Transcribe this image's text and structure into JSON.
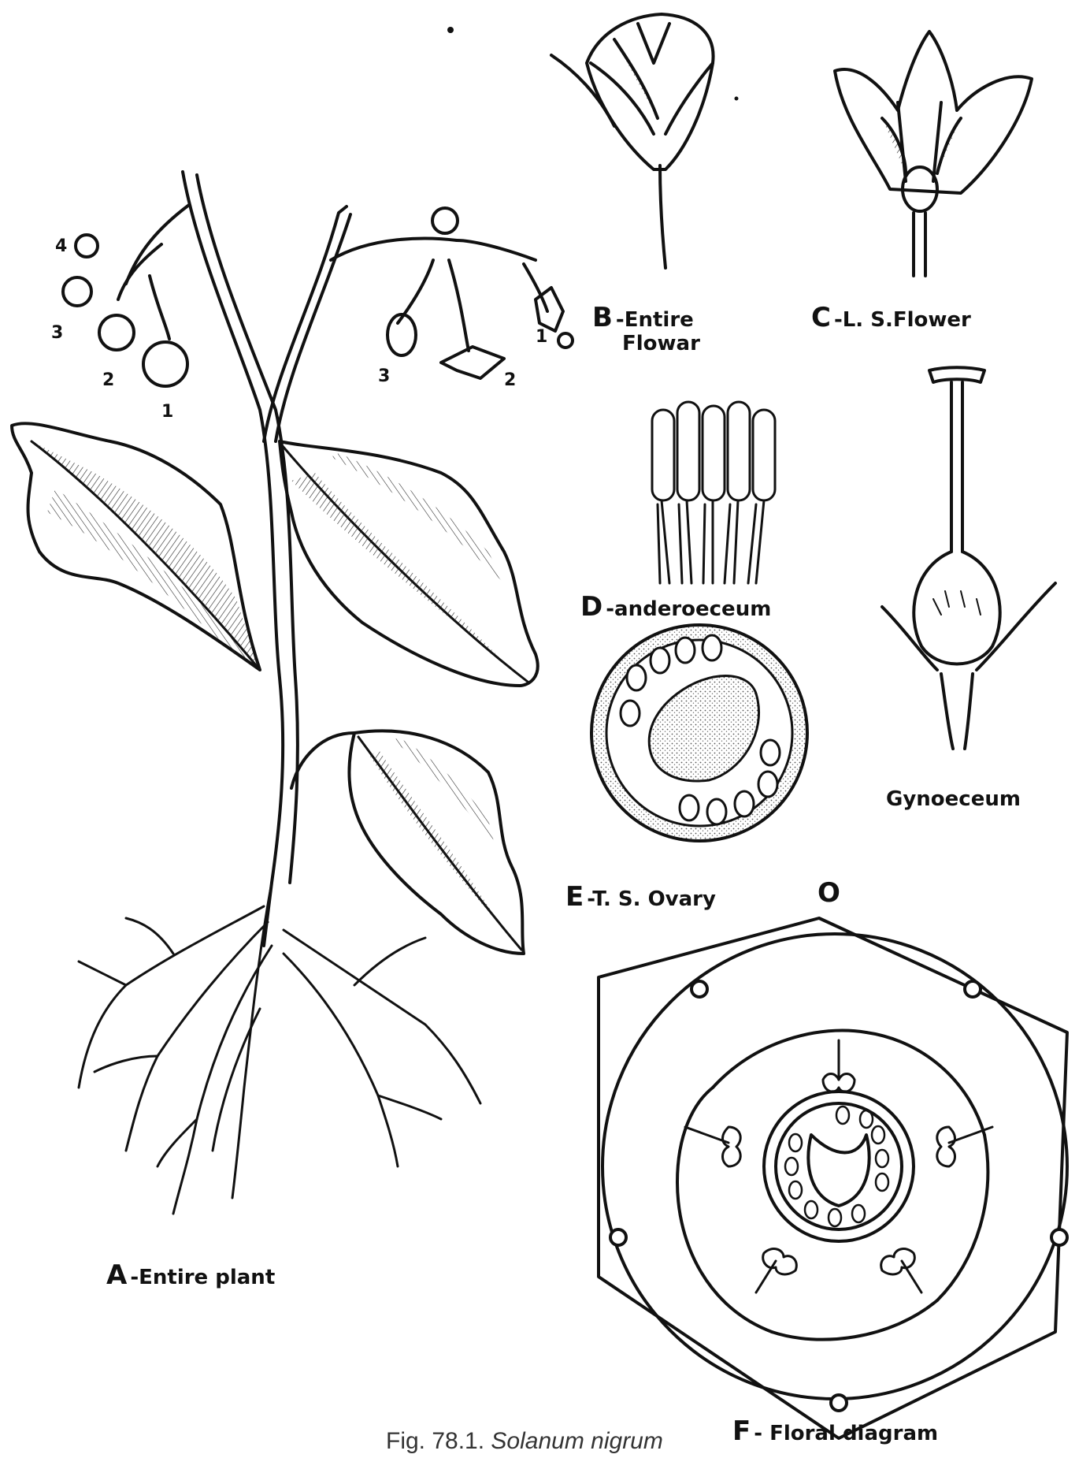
{
  "labels": {
    "A": {
      "letter": "A",
      "text": "-Entire plant"
    },
    "B": {
      "letter": "B",
      "text": "-Entire",
      "text2": "Flowar"
    },
    "C": {
      "letter": "C",
      "text": "-L. S.Flower"
    },
    "D": {
      "letter": "D",
      "text": "-anderoeceum"
    },
    "E": {
      "letter": "E",
      "text": "-T. S. Ovary"
    },
    "gynoeceum": {
      "text": "Gynoeceum"
    },
    "F": {
      "letter": "F",
      "text": "- Floral diagram"
    },
    "O": {
      "text": "O"
    }
  },
  "numbers": {
    "left": [
      "4",
      "3",
      "2",
      "1"
    ],
    "right": [
      "3",
      "2",
      "1"
    ]
  },
  "caption": {
    "prefix": "Fig. 78.1.",
    "species": "Solanum nigrum"
  },
  "colors": {
    "ink": "#111111",
    "stipple": "#555555",
    "background": "#ffffff"
  }
}
